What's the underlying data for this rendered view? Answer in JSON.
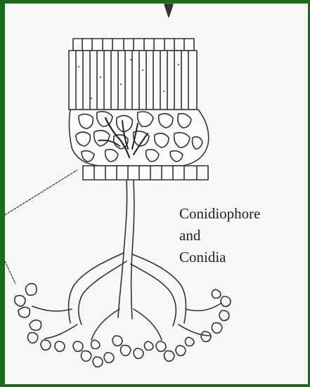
{
  "diagram": {
    "label_lines": [
      "Conidiophore",
      "and",
      "Conidia"
    ],
    "colors": {
      "background_border": "#1a6b1a",
      "paper": "#f7f7f5",
      "ink": "#333333"
    },
    "icons": [
      "arrow-down-icon"
    ]
  }
}
